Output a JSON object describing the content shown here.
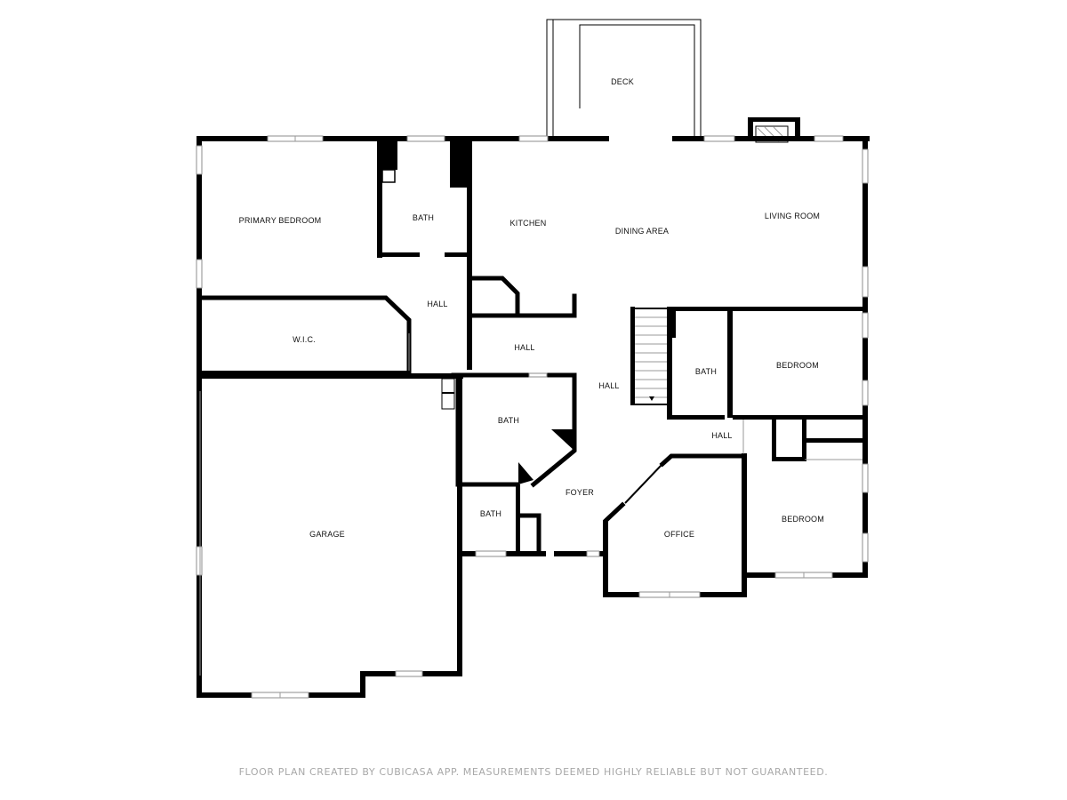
{
  "rooms": {
    "deck": "DECK",
    "primary_bedroom": "PRIMARY BEDROOM",
    "bath_primary": "BATH",
    "kitchen": "KITCHEN",
    "dining_area": "DINING AREA",
    "living_room": "LIVING ROOM",
    "hall_primary": "HALL",
    "wic": "W.I.C.",
    "hall_middle": "HALL",
    "hall_center": "HALL",
    "bath_stairs": "BATH",
    "bedroom_upper": "BEDROOM",
    "bath_center": "BATH",
    "hall_east": "HALL",
    "foyer": "FOYER",
    "bath_small": "BATH",
    "office": "OFFICE",
    "bedroom_lower": "BEDROOM",
    "garage": "GARAGE"
  },
  "footer": {
    "disclaimer": "FLOOR PLAN CREATED BY CUBICASA APP. MEASUREMENTS DEEMED HIGHLY RELIABLE BUT NOT GUARANTEED."
  }
}
